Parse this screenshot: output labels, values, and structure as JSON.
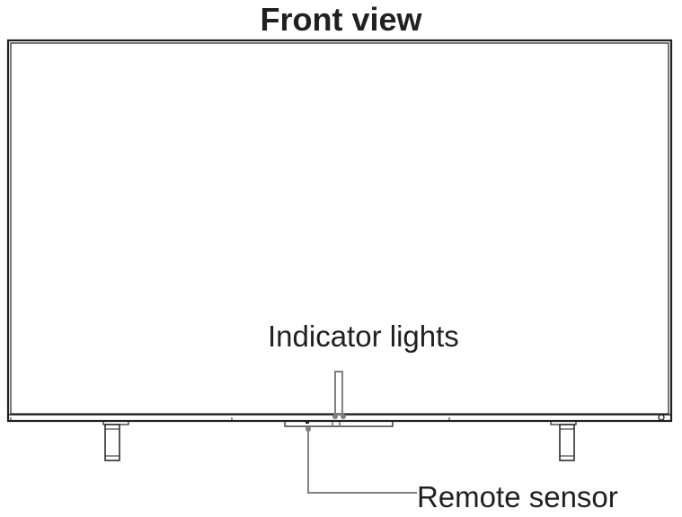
{
  "title": "Front view",
  "labels": {
    "indicator_lights": "Indicator lights",
    "remote_sensor": "Remote sensor"
  },
  "colors": {
    "outline": "#231f20",
    "leader_line": "#808080"
  }
}
